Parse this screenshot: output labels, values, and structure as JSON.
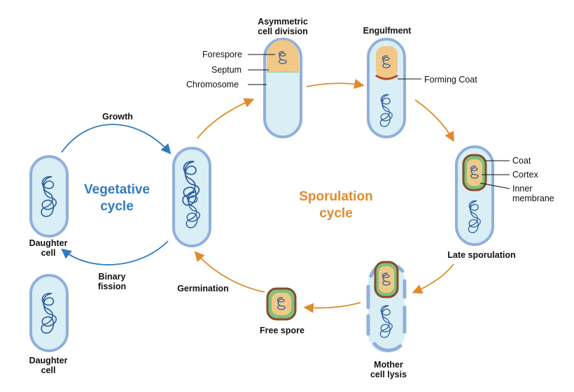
{
  "cycles": {
    "vegetative": {
      "title": "Vegetative",
      "title2": "cycle",
      "color": "#2e7bbf"
    },
    "sporulation": {
      "title": "Sporulation",
      "title2": "cycle",
      "color": "#e08a2c"
    }
  },
  "stages": {
    "growth": "Growth",
    "binary_fission_1": "Binary",
    "binary_fission_2": "fission",
    "daughter_cell_1": "Daughter",
    "daughter_cell_2": "cell",
    "asymmetric_1": "Asymmetric",
    "asymmetric_2": "cell division",
    "engulfment": "Engulfment",
    "late_sporulation": "Late sporulation",
    "mother_lysis_1": "Mother",
    "mother_lysis_2": "cell lysis",
    "free_spore": "Free spore",
    "germination": "Germination"
  },
  "callouts": {
    "forespore": "Forespore",
    "septum": "Septum",
    "chromosome": "Chromosome",
    "forming_coat": "Forming Coat",
    "coat": "Coat",
    "cortex": "Cortex",
    "inner_membrane_1": "Inner",
    "inner_membrane_2": "membrane"
  },
  "colors": {
    "cell_fill": "#d9eef5",
    "cell_outline": "#8fb0db",
    "chromosome": "#2b5e9c",
    "forespore": "#f2c888",
    "coat": "#8a4a2a",
    "cortex": "#7dc27d"
  }
}
